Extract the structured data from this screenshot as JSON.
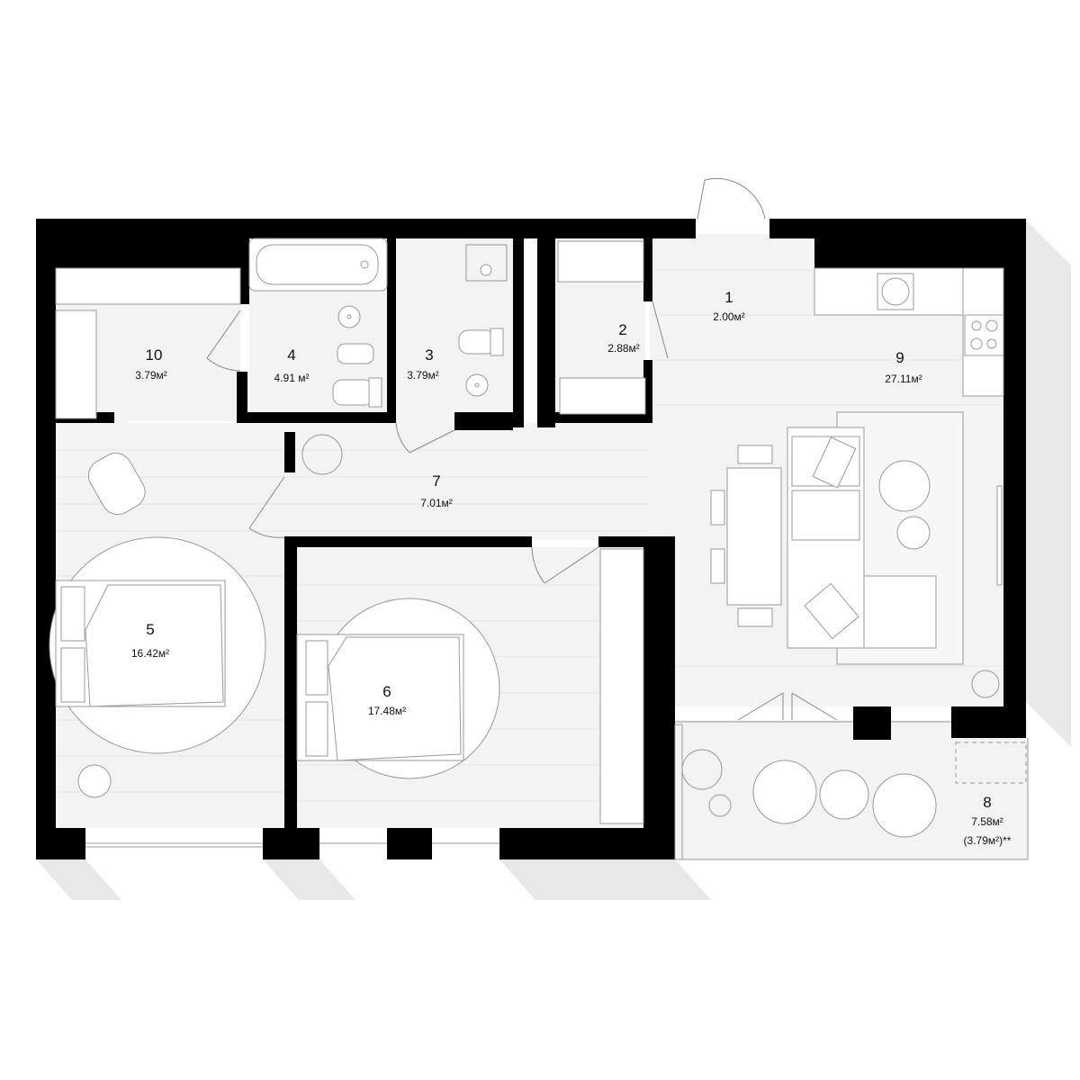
{
  "rooms": [
    {
      "id": "room-1",
      "number": "1",
      "area": "2.00",
      "unit": "м²"
    },
    {
      "id": "room-2",
      "number": "2",
      "area": "2.88",
      "unit": "м²"
    },
    {
      "id": "room-3",
      "number": "3",
      "area": "3.79",
      "unit": "м²"
    },
    {
      "id": "room-4",
      "number": "4",
      "area": "4.91",
      "unit": " м²"
    },
    {
      "id": "room-5",
      "number": "5",
      "area": "16.42",
      "unit": "м²"
    },
    {
      "id": "room-6",
      "number": "6",
      "area": "17.48",
      "unit": "м²"
    },
    {
      "id": "room-7",
      "number": "7",
      "area": "7.01",
      "unit": "м²"
    },
    {
      "id": "room-8",
      "number": "8",
      "area": "7.58",
      "unit": "м²",
      "note": "(3.79м²)**"
    },
    {
      "id": "room-9",
      "number": "9",
      "area": "27.11",
      "unit": "м²"
    },
    {
      "id": "room-10",
      "number": "10",
      "area": "3.79",
      "unit": "м²"
    }
  ],
  "colors": {
    "wall": "#000000",
    "floor": "#f3f3f3",
    "shadow": "#e6e6e6",
    "furniture_line": "#9a9a9a",
    "background": "#ffffff"
  },
  "icons": [
    "bathtub-icon",
    "sink-icon",
    "toilet-icon",
    "bidet-icon",
    "stove-icon",
    "bed-icon",
    "sofa-icon",
    "armchair-icon",
    "plant-icon",
    "dining-table-icon",
    "wardrobe-icon",
    "door-icon"
  ]
}
